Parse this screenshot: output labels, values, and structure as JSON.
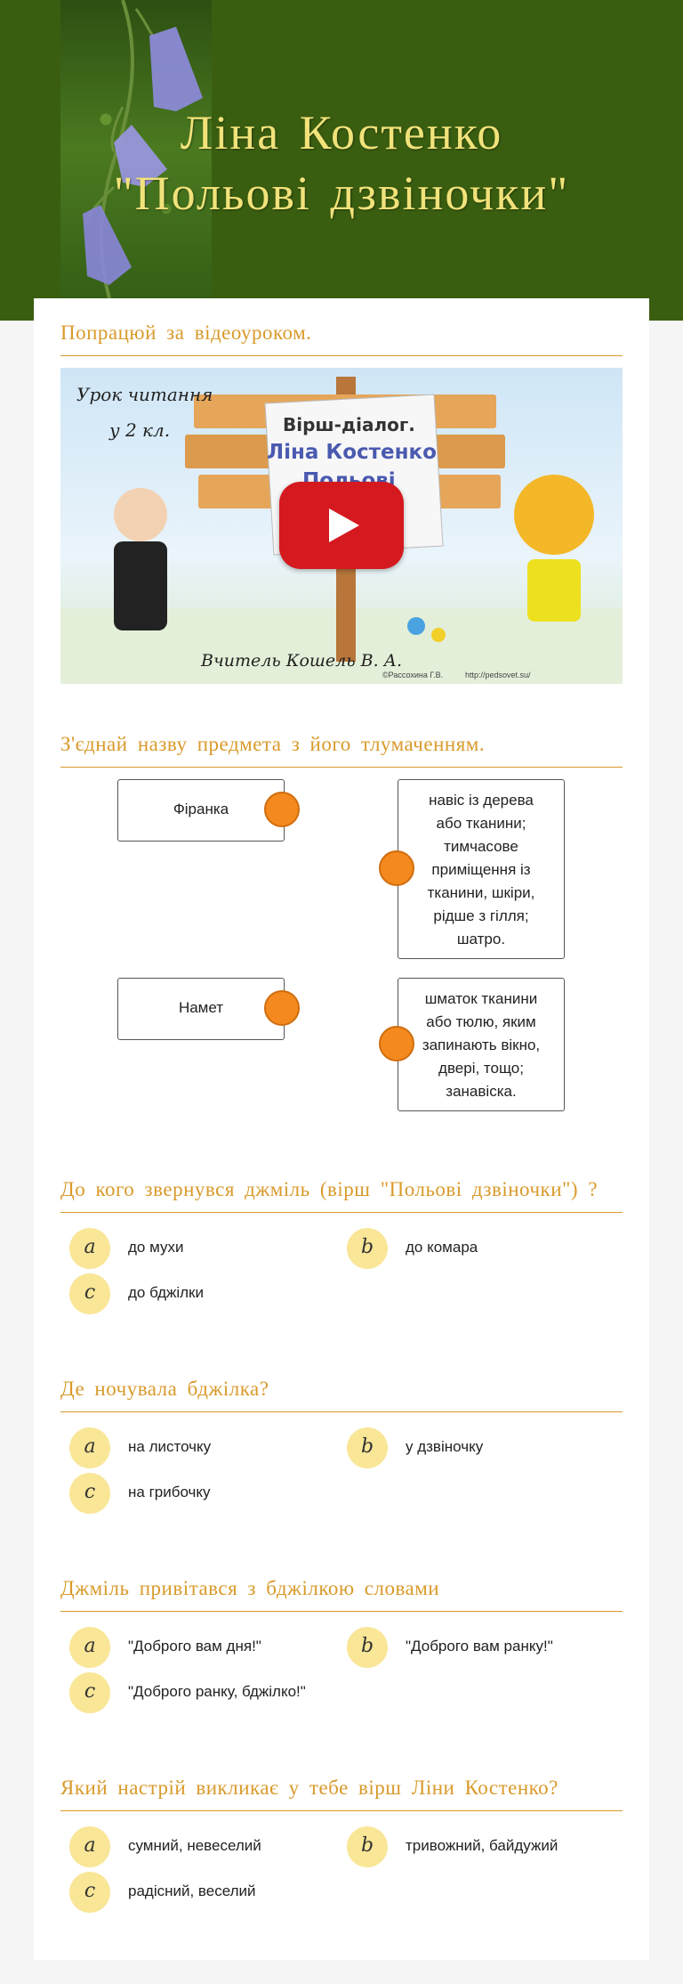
{
  "header": {
    "title_line1": "Ліна Костенко",
    "title_line2": "\"Польові дзвіночки\""
  },
  "video_section": {
    "title": "Попрацюй за відеоуроком.",
    "video": {
      "handwritten_1": "Урок читання",
      "handwritten_2": "у 2 кл.",
      "sign_line1": "Вірш-діалог.",
      "sign_line2": "Ліна Костенко",
      "sign_line3": "Польові",
      "teacher": "Вчитель Кошель В. А.",
      "credit1": "©Рассохина Г.В.",
      "credit2": "http://pedsovet.su/"
    }
  },
  "match_section": {
    "title": "З'єднай назву предмета з його тлумаченням.",
    "left": [
      "Фіранка",
      "Намет"
    ],
    "right": [
      [
        "навіс із дерева",
        "або тканини;",
        "тимчасове",
        "приміщення із",
        "тканини, шкіри,",
        "рідше з гілля;",
        "шатро."
      ],
      [
        "шматок тканини",
        "або тюлю, яким",
        "запинають вікно,",
        "двері, тощо;",
        "занавіска."
      ]
    ]
  },
  "questions": [
    {
      "title": "До кого звернувся джміль (вірш \"Польові дзвіночки\") ?",
      "options": [
        {
          "letter": "a",
          "text": "до мухи"
        },
        {
          "letter": "b",
          "text": "до комара"
        },
        {
          "letter": "c",
          "text": "до бджілки"
        }
      ]
    },
    {
      "title": "Де ночувала бджілка?",
      "options": [
        {
          "letter": "a",
          "text": "на листочку"
        },
        {
          "letter": "b",
          "text": "у дзвіночку"
        },
        {
          "letter": "c",
          "text": "на грибочку"
        }
      ]
    },
    {
      "title": "Джміль привітався з бджілкою словами",
      "options": [
        {
          "letter": "a",
          "text": "\"Доброго вам дня!\""
        },
        {
          "letter": "b",
          "text": "\"Доброго вам ранку!\""
        },
        {
          "letter": "c",
          "text": "\"Доброго ранку, бджілко!\""
        }
      ]
    },
    {
      "title": "Який настрій викликає  у тебе вірш  Ліни Костенко?",
      "options": [
        {
          "letter": "a",
          "text": "сумний, невеселий"
        },
        {
          "letter": "b",
          "text": "тривожний, байдужий"
        },
        {
          "letter": "c",
          "text": "радісний, веселий"
        }
      ]
    }
  ],
  "colors": {
    "header_bg": "#3a5e10",
    "title_yellow": "#f1e27a",
    "section_gold": "#d99a2b",
    "match_dot": "#f48a1e",
    "badge_bg": "#f9e697",
    "play_red": "#d4191f"
  },
  "icons": [
    "bellflower-icon",
    "play-icon"
  ]
}
